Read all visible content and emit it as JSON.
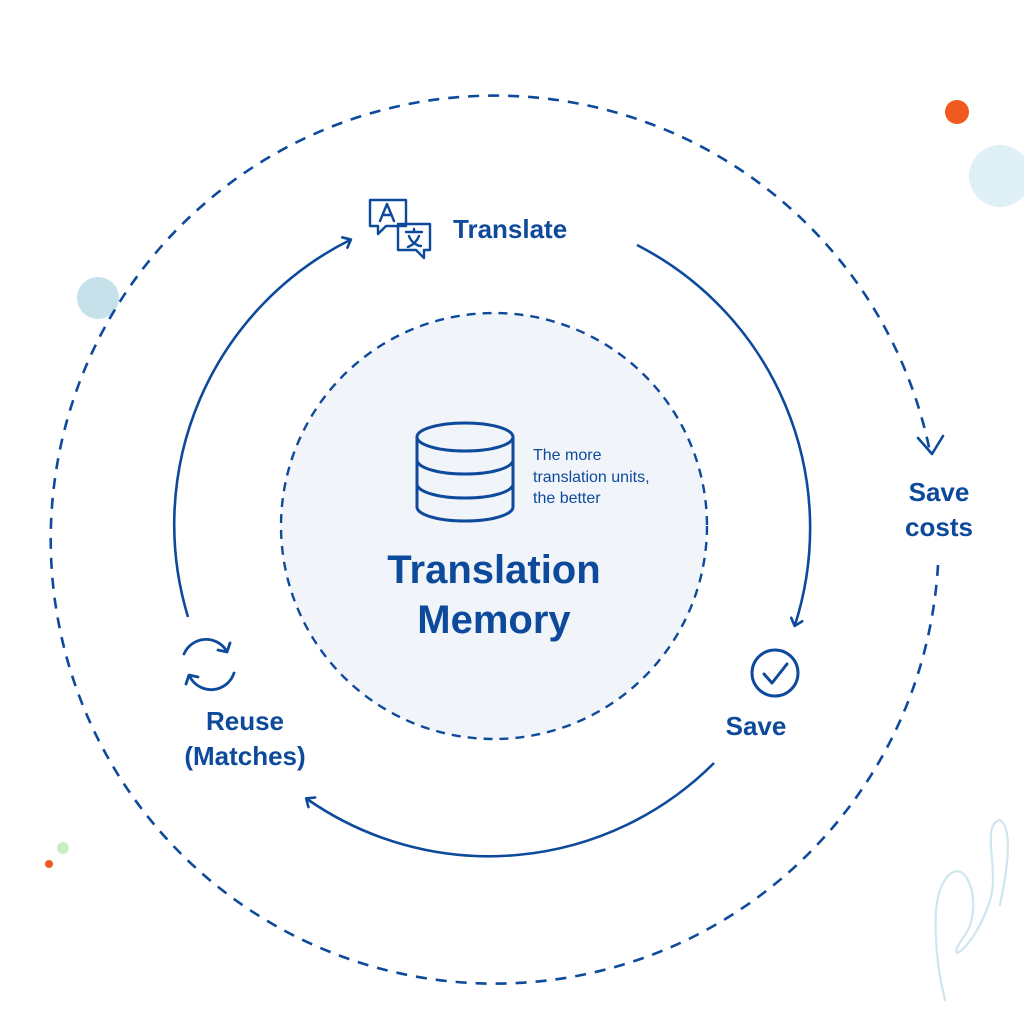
{
  "diagram": {
    "title_line1": "Translation",
    "title_line2": "Memory",
    "note_line1": "The more",
    "note_line2": "translation units,",
    "note_line3": "the better",
    "steps": {
      "translate": "Translate",
      "save": "Save",
      "reuse_line1": "Reuse",
      "reuse_line2": "(Matches)",
      "save_costs_line1": "Save",
      "save_costs_line2": "costs"
    },
    "icons": {
      "translate": "translate-icon",
      "save": "check-circle-icon",
      "reuse": "refresh-icon",
      "memory": "database-icon"
    }
  },
  "colors": {
    "primary": "#0d4a9b",
    "center_fill": "#f1f4f9",
    "accent_orange": "#f05a1e",
    "light_blue": "#d6ecf2",
    "light_green": "#c9efc0",
    "sketch_line": "#cfe6ee"
  }
}
